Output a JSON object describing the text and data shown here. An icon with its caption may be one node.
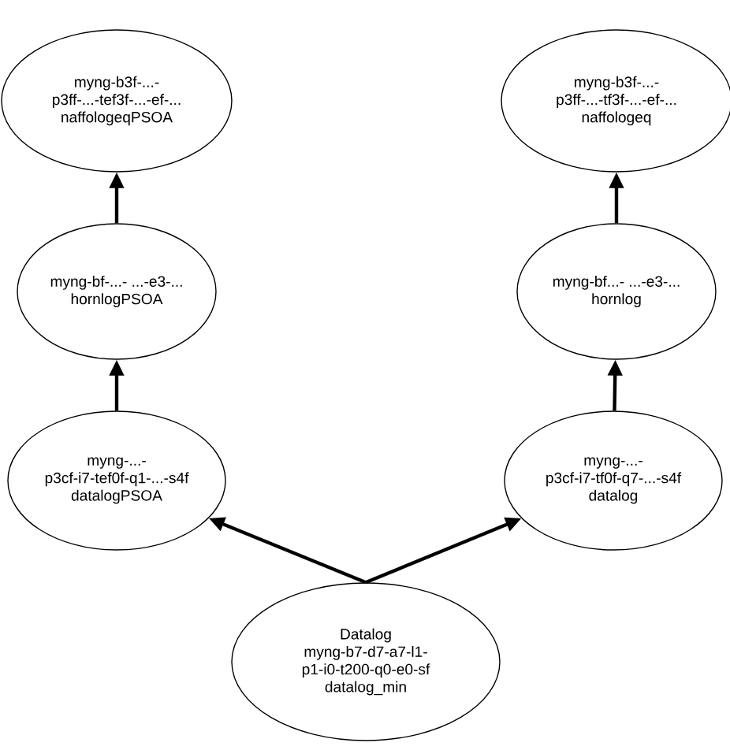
{
  "diagram": {
    "nodes": [
      {
        "text": [
          "myng-b3f-...- p3ff-...-tef3f-...-ef-...",
          "naffologeqPSOA"
        ]
      },
      {
        "text": [
          "myng-b3f-...- p3ff-...-tf3f-...-ef-...",
          "naffologeq"
        ]
      },
      {
        "text": [
          "myng-bf-...- ...-e3-...",
          "hornlogPSOA"
        ]
      },
      {
        "text": [
          "myng-bf...- ...-e3-...",
          "hornlog"
        ]
      },
      {
        "text": [
          "myng-...- p3cf-i7-tef0f-q1-...-s4f",
          "datalogPSOA"
        ]
      },
      {
        "text": [
          "myng-...- p3cf-i7-tf0f-q7-...-s4f",
          "datalog"
        ]
      },
      {
        "text": [
          "Datalog",
          "myng-b7-d7-a7-l1- p1-i0-t200-q0-e0-sf",
          "datalog_min"
        ]
      }
    ],
    "edges": [
      {
        "from": 2,
        "to": 0,
        "arrow": "to"
      },
      {
        "from": 3,
        "to": 1,
        "arrow": "to"
      },
      {
        "from": 4,
        "to": 2,
        "arrow": "to"
      },
      {
        "from": 5,
        "to": 3,
        "arrow": "to"
      },
      {
        "from": 6,
        "to": 4,
        "arrow": "to"
      },
      {
        "from": 6,
        "to": 5,
        "arrow": "to"
      }
    ]
  }
}
